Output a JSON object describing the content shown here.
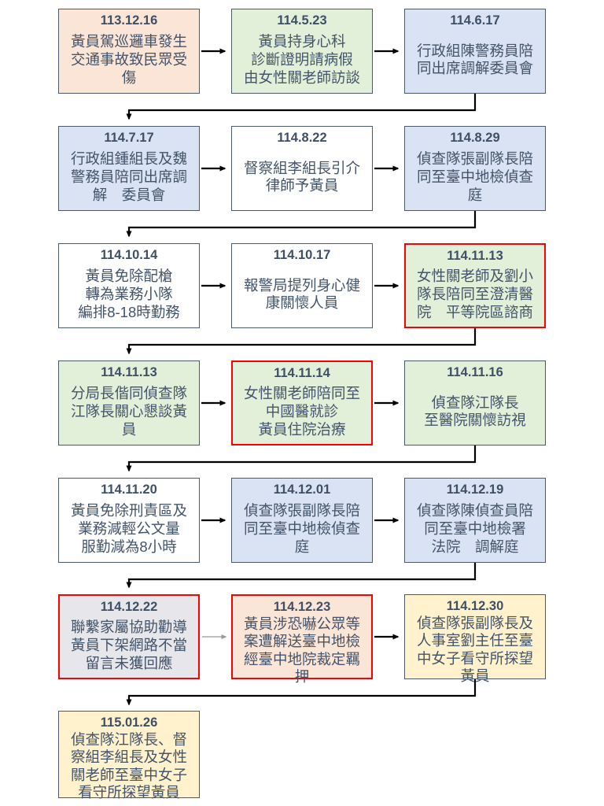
{
  "title": "黃員事件處理時間軸流程圖",
  "colors": {
    "peach": "#FBE5D6",
    "green": "#E2F0D9",
    "blue": "#DAE3F3",
    "white": "#FFFFFF",
    "gray": "#E6E6EB",
    "yellow": "#FFF2CC",
    "border_gray": "#4a5a6a",
    "border_red": "#FF0000",
    "text": "#44546A",
    "arrow_black": "#000000",
    "arrow_gray": "#999999"
  },
  "boxes": [
    {
      "date": "113.12.16",
      "text": "黃員駕巡邏車發生\n交通事故致民眾受\n傷",
      "fill": "peach",
      "border": "gray"
    },
    {
      "date": "114.5.23",
      "text": "黃員持身心科\n診斷證明請病假\n由女性關老師訪談",
      "fill": "green",
      "border": "gray"
    },
    {
      "date": "114.6.17",
      "text": "行政組陳警務員陪\n同出席調解委員會",
      "fill": "blue",
      "border": "gray"
    },
    {
      "date": "114.7.17",
      "text": "行政組鍾組長及魏\n警務員陪同出席調\n解　委員會",
      "fill": "blue",
      "border": "gray"
    },
    {
      "date": "114.8.22",
      "text": "督察組李組長引介\n律師予黃員",
      "fill": "white",
      "border": "gray"
    },
    {
      "date": "114.8.29",
      "text": "偵查隊張副隊長陪\n同至臺中地檢偵查\n庭",
      "fill": "blue",
      "border": "gray"
    },
    {
      "date": "114.10.14",
      "text": "黃員免除配槍\n轉為業務小隊\n編排8-18時勤務",
      "fill": "white",
      "border": "gray"
    },
    {
      "date": "114.10.17",
      "text": "報警局提列身心健\n康關懷人員",
      "fill": "white",
      "border": "gray"
    },
    {
      "date": "114.11.13",
      "text": "女性關老師及劉小\n隊長陪同至澄清醫\n院　平等院區諮商",
      "fill": "green",
      "border": "red"
    },
    {
      "date": "114.11.13",
      "text": "分局長偕同偵查隊\n江隊長關心懇談黃\n員",
      "fill": "green",
      "border": "gray"
    },
    {
      "date": "114.11.14",
      "text": "女性關老師陪同至\n中國醫就診\n黃員住院治療",
      "fill": "green",
      "border": "red"
    },
    {
      "date": "114.11.16",
      "text": "偵查隊江隊長\n至醫院關懷訪視",
      "fill": "green",
      "border": "gray"
    },
    {
      "date": "114.11.20",
      "text": "黃員免除刑責區及\n業務減輕公文量\n服勤減為8小時",
      "fill": "white",
      "border": "gray"
    },
    {
      "date": "114.12.01",
      "text": "偵查隊張副隊長陪\n同至臺中地檢偵查\n庭",
      "fill": "blue",
      "border": "gray"
    },
    {
      "date": "114.12.19",
      "text": "偵查隊陳偵查員陪\n同至臺中地檢署\n法院　調解庭",
      "fill": "blue",
      "border": "gray"
    },
    {
      "date": "114.12.22",
      "text": "聯繫家屬協助勸導\n黃員下架網路不當\n留言未獲回應",
      "fill": "gray",
      "border": "red"
    },
    {
      "date": "114.12.23",
      "text": "黃員涉恐嚇公眾等\n案遭解送臺中地檢\n經臺中地院裁定羈\n押",
      "fill": "peach",
      "border": "red"
    },
    {
      "date": "114.12.30",
      "text": "偵查隊張副隊長及\n人事室劉主任至臺\n中女子看守所探望\n黃員",
      "fill": "yellow",
      "border": "gray"
    },
    {
      "date": "115.01.26",
      "text": "偵查隊江隊長、督\n察組李組長及女性\n關老師至臺中女子\n看守所探望黃員",
      "fill": "yellow",
      "border": "gray"
    }
  ]
}
